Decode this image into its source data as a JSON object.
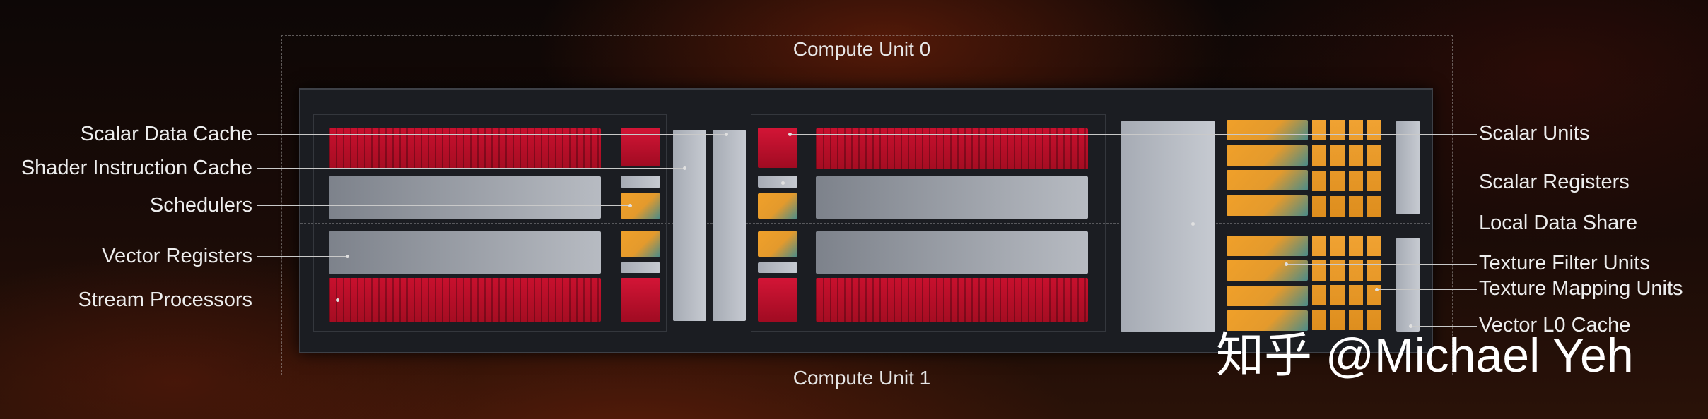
{
  "diagram": {
    "top_unit_label": "Compute Unit 0",
    "bottom_unit_label": "Compute Unit 1",
    "left_labels": {
      "scalar_data_cache": "Scalar Data Cache",
      "shader_instruction_cache": "Shader Instruction Cache",
      "schedulers": "Schedulers",
      "vector_registers": "Vector Registers",
      "stream_processors": "Stream Processors"
    },
    "right_labels": {
      "scalar_units": "Scalar Units",
      "scalar_registers": "Scalar Registers",
      "local_data_share": "Local Data Share",
      "texture_filter_units": "Texture Filter Units",
      "texture_mapping_units": "Texture Mapping Units",
      "vector_l0_cache": "Vector L0 Cache"
    },
    "watermark": "知乎 @Michael Yeh"
  },
  "colors": {
    "stream_processor_red": "#c8102e",
    "register_grey": "#b7bbc2",
    "texture_orange": "#f0a02a",
    "chip_background": "#1b1d22"
  }
}
